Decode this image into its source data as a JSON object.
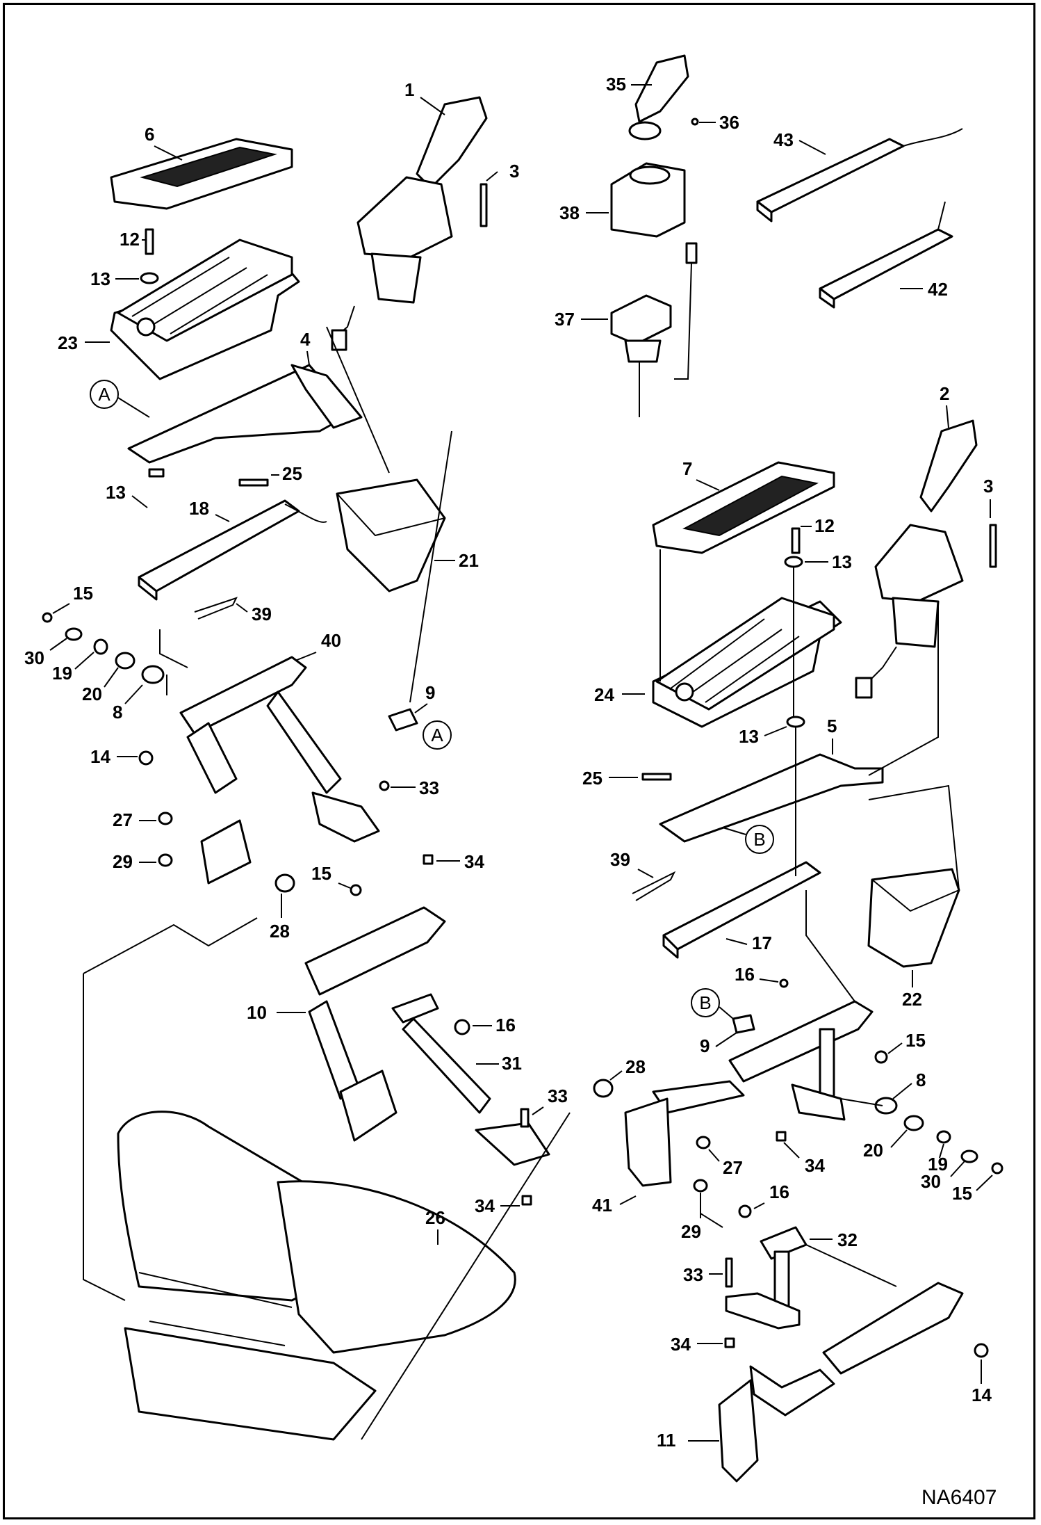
{
  "diagram": {
    "drawing_code": "NA6407",
    "callouts": {
      "c1": "1",
      "c2": "2",
      "c3a": "3",
      "c3b": "3",
      "c4": "4",
      "c5": "5",
      "c6": "6",
      "c7": "7",
      "c8a": "8",
      "c8b": "8",
      "c9a": "9",
      "c9b": "9",
      "c10": "10",
      "c11": "11",
      "c12a": "12",
      "c12b": "12",
      "c13a": "13",
      "c13b": "13",
      "c13c": "13",
      "c13d": "13",
      "c14a": "14",
      "c14b": "14",
      "c15a": "15",
      "c15b": "15",
      "c15c": "15",
      "c15d": "15",
      "c16a": "16",
      "c16b": "16",
      "c16c": "16",
      "c17": "17",
      "c18": "18",
      "c19a": "19",
      "c19b": "19",
      "c20a": "20",
      "c20b": "20",
      "c21": "21",
      "c22": "22",
      "c23": "23",
      "c24": "24",
      "c25a": "25",
      "c25b": "25",
      "c26": "26",
      "c27a": "27",
      "c27b": "27",
      "c28a": "28",
      "c28b": "28",
      "c29a": "29",
      "c29b": "29",
      "c30a": "30",
      "c30b": "30",
      "c31": "31",
      "c32": "32",
      "c33a": "33",
      "c33b": "33",
      "c33c": "33",
      "c34a": "34",
      "c34b": "34",
      "c34c": "34",
      "c34d": "34",
      "c35": "35",
      "c36": "36",
      "c37": "37",
      "c38": "38",
      "c39a": "39",
      "c39b": "39",
      "c40": "40",
      "c41": "41",
      "c42": "42",
      "c43": "43"
    },
    "reference_markers": {
      "refA1": "A",
      "refA2": "A",
      "refB1": "B",
      "refB2": "B"
    }
  }
}
